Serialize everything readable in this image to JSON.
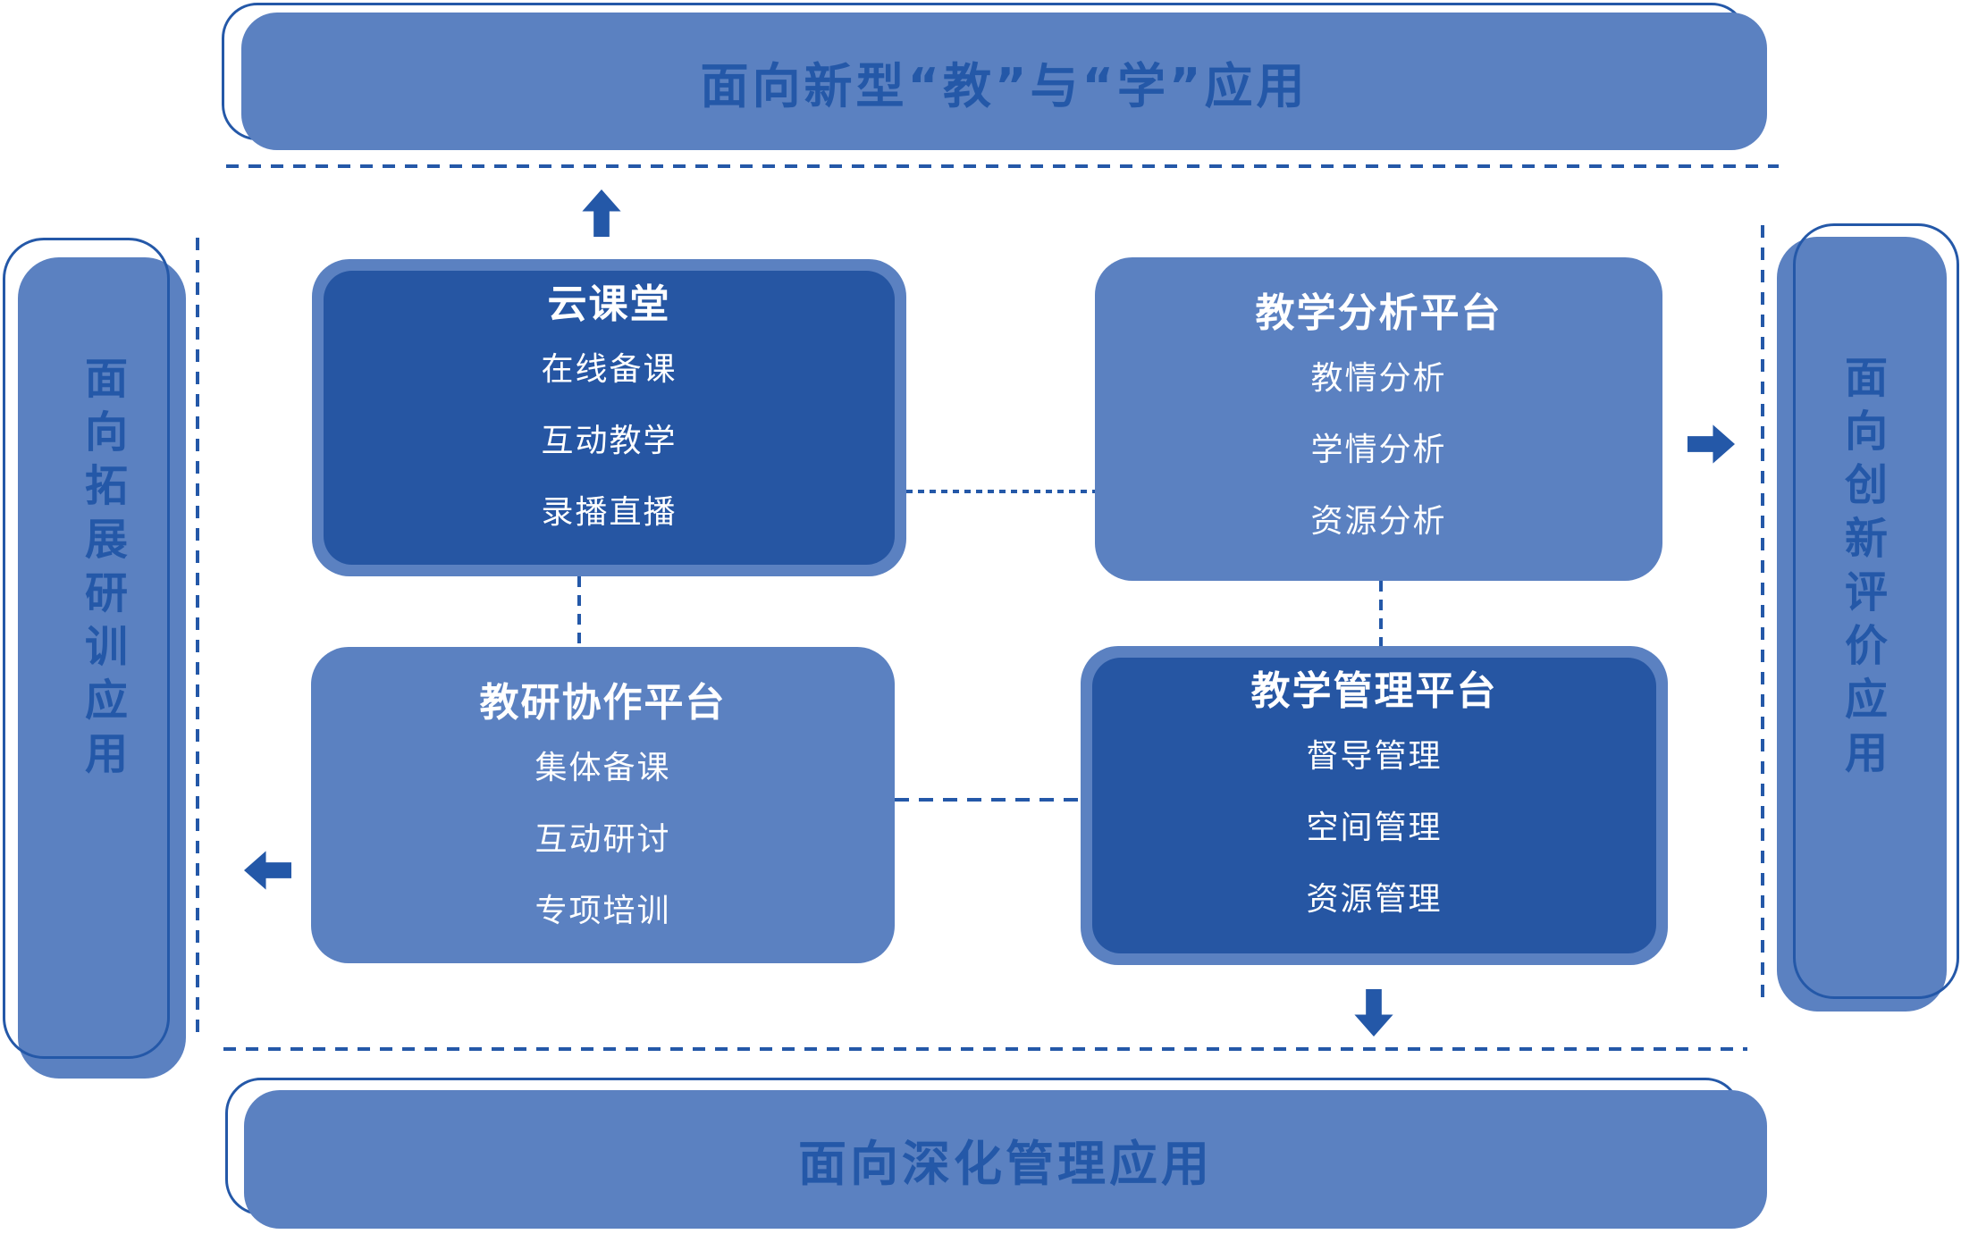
{
  "colors": {
    "light": "#5B81C1",
    "dark": "#2656A3",
    "accent": "#2458A8"
  },
  "banners": {
    "top": {
      "label": "面向新型“教”与“学”应用"
    },
    "bottom": {
      "label": "面向深化管理应用"
    },
    "left": {
      "label": "面向拓展研训应用"
    },
    "right": {
      "label": "面向创新评价应用"
    }
  },
  "boxes": [
    {
      "title": "云课堂",
      "items": [
        "在线备课",
        "互动教学",
        "录播直播"
      ]
    },
    {
      "title": "教学分析平台",
      "items": [
        "教情分析",
        "学情分析",
        "资源分析"
      ]
    },
    {
      "title": "教研协作平台",
      "items": [
        "集体备课",
        "互动研讨",
        "专项培训"
      ]
    },
    {
      "title": "教学管理平台",
      "items": [
        "督导管理",
        "空间管理",
        "资源管理"
      ]
    }
  ],
  "arrows": {
    "up": "up-arrow",
    "right": "right-arrow",
    "left": "left-arrow",
    "down": "down-arrow"
  }
}
